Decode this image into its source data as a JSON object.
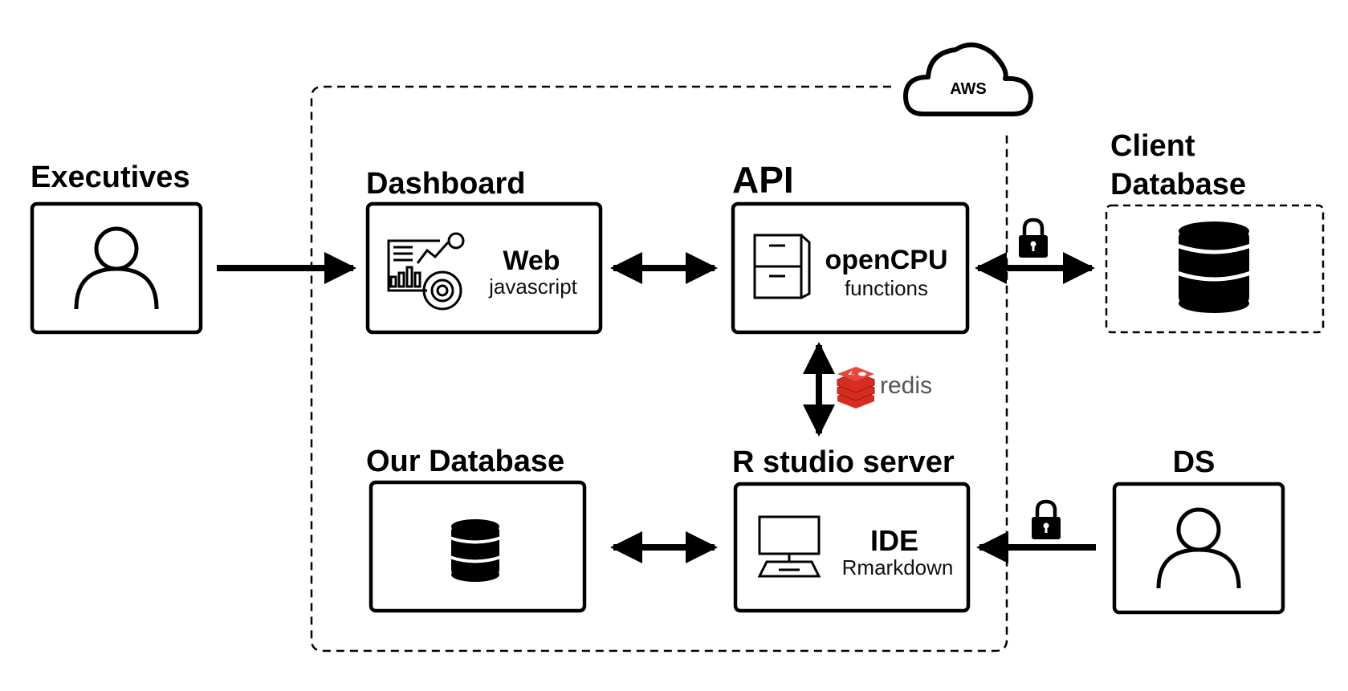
{
  "cloud": {
    "label": "AWS"
  },
  "nodes": {
    "executives": {
      "title": "Executives"
    },
    "dashboard": {
      "title": "Dashboard",
      "main": "Web",
      "sub": "javascript"
    },
    "api": {
      "title": "API",
      "main": "openCPU",
      "sub": "functions"
    },
    "client_db": {
      "title_line1": "Client",
      "title_line2": "Database"
    },
    "our_db": {
      "title": "Our Database"
    },
    "rstudio": {
      "title": "R studio server",
      "main": "IDE",
      "sub": "Rmarkdown"
    },
    "ds": {
      "title": "DS"
    }
  },
  "connectors": {
    "redis_label": "redis",
    "redis_color": "#d82c20"
  }
}
